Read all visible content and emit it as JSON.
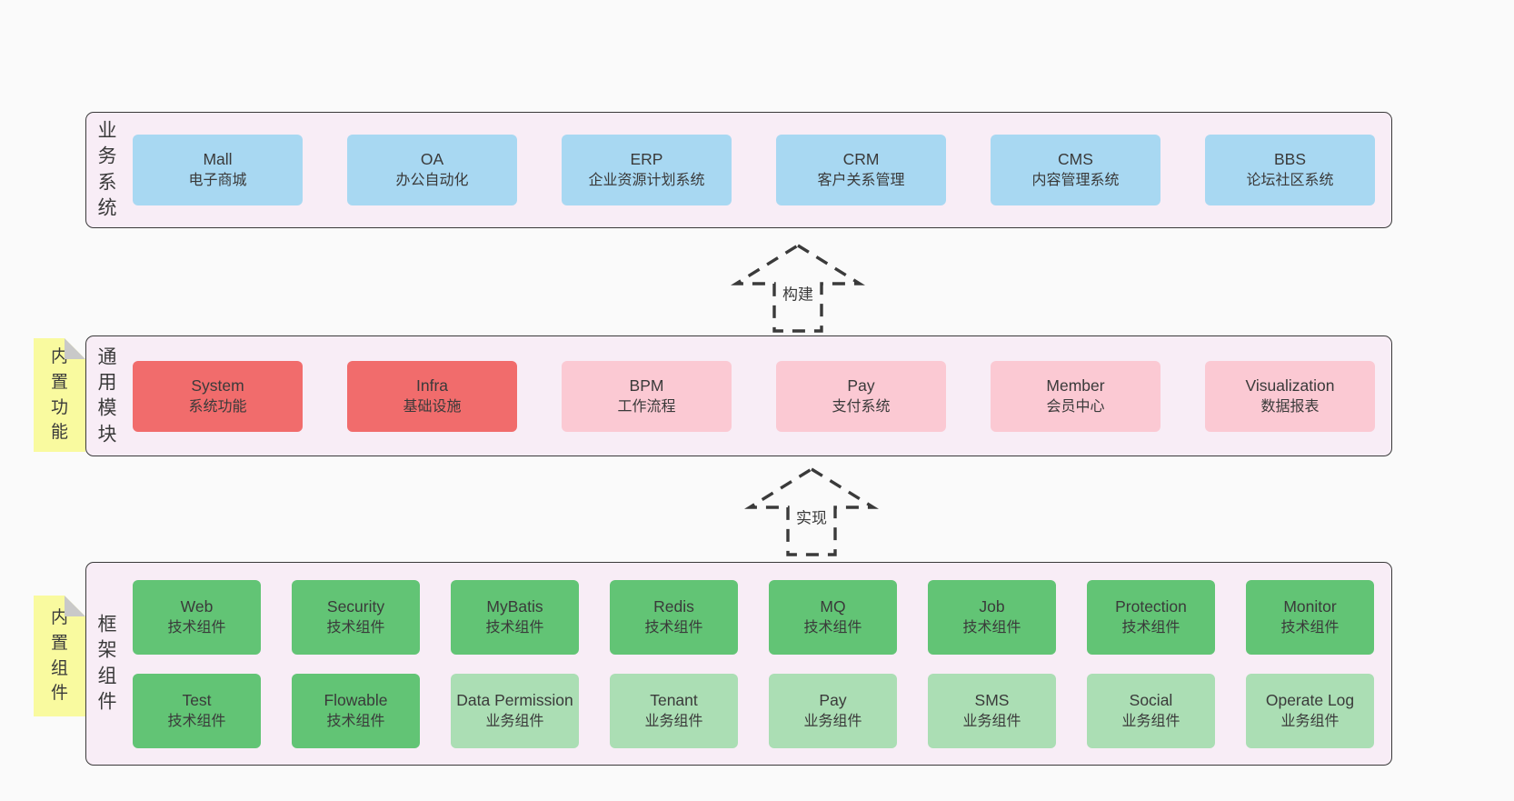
{
  "colors": {
    "page_bg": "#fafafa",
    "layer_bg": "#f8edf6",
    "ink": "#3a3a3a",
    "blue": "#a8d8f2",
    "red": "#f16c6c",
    "pink": "#fbc9d3",
    "green": "#62c475",
    "green_light": "#abdeb4",
    "note_yellow": "#f9fa9f",
    "note_fold": "#c9c9c9"
  },
  "diagram": {
    "arrows": [
      {
        "label": "构建"
      },
      {
        "label": "实现"
      }
    ],
    "layers": [
      {
        "label": "业务系统",
        "boxes": [
          {
            "title": "Mall",
            "subtitle": "电子商城",
            "variant": "blue"
          },
          {
            "title": "OA",
            "subtitle": "办公自动化",
            "variant": "blue"
          },
          {
            "title": "ERP",
            "subtitle": "企业资源计划系统",
            "variant": "blue"
          },
          {
            "title": "CRM",
            "subtitle": "客户关系管理",
            "variant": "blue"
          },
          {
            "title": "CMS",
            "subtitle": "内容管理系统",
            "variant": "blue"
          },
          {
            "title": "BBS",
            "subtitle": "论坛社区系统",
            "variant": "blue"
          }
        ]
      },
      {
        "label": "通用模块",
        "note": "内置功能",
        "boxes": [
          {
            "title": "System",
            "subtitle": "系统功能",
            "variant": "red"
          },
          {
            "title": "Infra",
            "subtitle": "基础设施",
            "variant": "red"
          },
          {
            "title": "BPM",
            "subtitle": "工作流程",
            "variant": "pink"
          },
          {
            "title": "Pay",
            "subtitle": "支付系统",
            "variant": "pink"
          },
          {
            "title": "Member",
            "subtitle": "会员中心",
            "variant": "pink"
          },
          {
            "title": "Visualization",
            "subtitle": "数据报表",
            "variant": "pink"
          }
        ]
      },
      {
        "label": "框架组件",
        "note": "内置组件",
        "rows": [
          [
            {
              "title": "Web",
              "subtitle": "技术组件",
              "variant": "green"
            },
            {
              "title": "Security",
              "subtitle": "技术组件",
              "variant": "green"
            },
            {
              "title": "MyBatis",
              "subtitle": "技术组件",
              "variant": "green"
            },
            {
              "title": "Redis",
              "subtitle": "技术组件",
              "variant": "green"
            },
            {
              "title": "MQ",
              "subtitle": "技术组件",
              "variant": "green"
            },
            {
              "title": "Job",
              "subtitle": "技术组件",
              "variant": "green"
            },
            {
              "title": "Protection",
              "subtitle": "技术组件",
              "variant": "green"
            },
            {
              "title": "Monitor",
              "subtitle": "技术组件",
              "variant": "green"
            }
          ],
          [
            {
              "title": "Test",
              "subtitle": "技术组件",
              "variant": "green"
            },
            {
              "title": "Flowable",
              "subtitle": "技术组件",
              "variant": "green"
            },
            {
              "title": "Data Permission",
              "subtitle": "业务组件",
              "variant": "green-light"
            },
            {
              "title": "Tenant",
              "subtitle": "业务组件",
              "variant": "green-light"
            },
            {
              "title": "Pay",
              "subtitle": "业务组件",
              "variant": "green-light"
            },
            {
              "title": "SMS",
              "subtitle": "业务组件",
              "variant": "green-light"
            },
            {
              "title": "Social",
              "subtitle": "业务组件",
              "variant": "green-light"
            },
            {
              "title": "Operate Log",
              "subtitle": "业务组件",
              "variant": "green-light"
            }
          ]
        ]
      }
    ]
  }
}
